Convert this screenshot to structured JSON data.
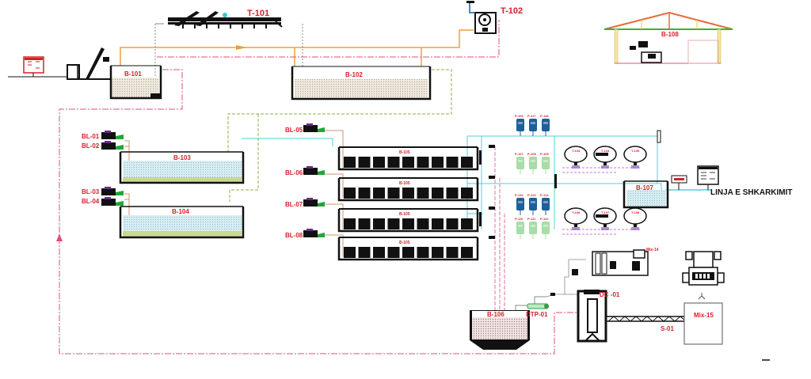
{
  "title": "Process flow diagram",
  "colors": {
    "equipment_label": "#d6202a",
    "outline": "#111111",
    "air_line": "#e8a23a",
    "sludge_line": "#e0507a",
    "water_line": "#4fd0d8",
    "dosing_line": "#8bb04a",
    "blower_body": "#6a2a8a",
    "blower_outlet": "#1ea83a",
    "pump_blue": "#1c5f9a",
    "pump_green": "#8fd08f",
    "water_fill": "#bfe6ec",
    "sludge_fill": "#e8d8c8",
    "roof": "#e86a3a"
  },
  "equipment": {
    "t101": "T-101",
    "t102": "T-102",
    "b101": "B-101",
    "b102": "B-102",
    "b103": "B-103",
    "b104": "B-104",
    "b105": [
      "B-105",
      "B-105",
      "B-105",
      "B-105"
    ],
    "b106": "B-106",
    "b107": "B-107",
    "b108": "B-108",
    "blowers": [
      "BL-01",
      "BL-02",
      "BL-03",
      "BL-04",
      "BL-05",
      "BL-06",
      "BL-07",
      "BL-08"
    ],
    "pumps_top_blue": [
      "P-106",
      "P-117",
      "P-118"
    ],
    "pumps_top_green": [
      "P-107",
      "P-108",
      "P-109"
    ],
    "pumps_bottom_blue": [
      "P-110",
      "P-113",
      "P-114"
    ],
    "pumps_bottom_green": [
      "P-110",
      "P-111",
      "P-112"
    ],
    "tanks_top": [
      "T-103",
      "T-104",
      "T-105"
    ],
    "tanks_bottom": [
      "T-106",
      "T-107",
      "T-108"
    ],
    "dtp": "DTP-01",
    "dc": "DC -01",
    "screw": "S-01",
    "mix14": "Mix-14",
    "mix15": "Mix-15",
    "discharge_line": "LINJA E SHKARKIMIT"
  }
}
